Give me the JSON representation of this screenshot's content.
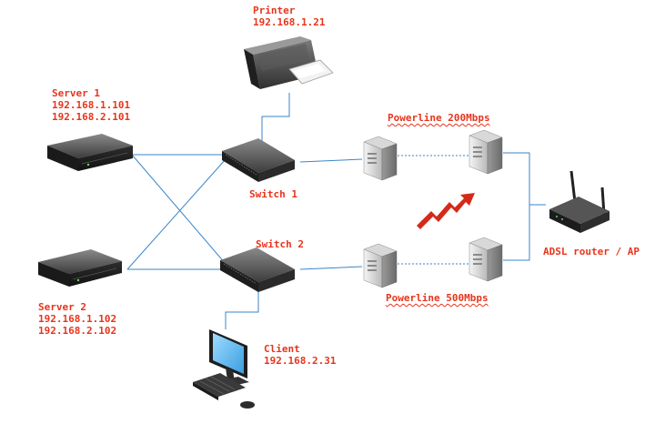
{
  "nodes": {
    "printer": {
      "name": "Printer",
      "ip": [
        "192.168.1.21"
      ]
    },
    "server1": {
      "name": "Server 1",
      "ip": [
        "192.168.1.101",
        "192.168.2.101"
      ]
    },
    "server2": {
      "name": "Server 2",
      "ip": [
        "192.168.1.102",
        "192.168.2.102"
      ]
    },
    "switch1": {
      "name": "Switch 1"
    },
    "switch2": {
      "name": "Switch 2"
    },
    "client": {
      "name": "Client",
      "ip": [
        "192.168.2.31"
      ]
    },
    "powerline_top": {
      "name": "Powerline 200Mbps"
    },
    "powerline_bottom": {
      "name": "Powerline 500Mbps"
    },
    "router": {
      "name": "ADSL router / AP"
    }
  },
  "colors": {
    "label": "#e8341c",
    "link": "#3a86c8",
    "device_dark": "#2b2b2b",
    "screen": "#5fb8ee",
    "wireless": "#d42a1a"
  },
  "icons": {
    "printer": "printer-icon",
    "server": "rack-server-icon",
    "switch": "network-switch-icon",
    "powerline": "powerline-adapter-icon",
    "router": "wireless-router-icon",
    "client": "desktop-computer-icon",
    "wireless": "lightning-arrow-icon"
  }
}
